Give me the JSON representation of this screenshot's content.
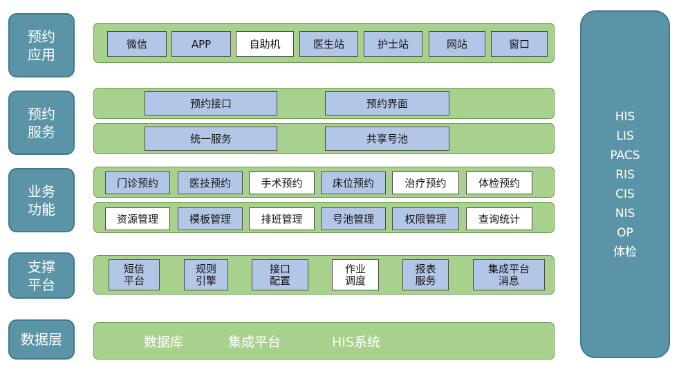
{
  "layers": {
    "app": "预约\n应用",
    "service": "预约\n服务",
    "function": "业务\n功能",
    "support": "支撑\n平台",
    "data": "数据层"
  },
  "app_row": [
    "微信",
    "APP",
    "自助机",
    "医生站",
    "护士站",
    "网站",
    "窗口"
  ],
  "service_row1": [
    "预约接口",
    "预约界面"
  ],
  "service_row2": [
    "统一服务",
    "共享号池"
  ],
  "function_row1": [
    "门诊预约",
    "医技预约",
    "手术预约",
    "床位预约",
    "治疗预约",
    "体检预约"
  ],
  "function_row2": [
    "资源管理",
    "模板管理",
    "排班管理",
    "号池管理",
    "权限管理",
    "查询统计"
  ],
  "support_row": [
    "短信\n平台",
    "规则\n引擎",
    "接口\n配置",
    "作业\n调度",
    "报表\n服务",
    "集成平台\n消息"
  ],
  "data_row": [
    "数据库",
    "集成平台",
    "HIS系统"
  ],
  "systems": [
    "HIS",
    "LIS",
    "PACS",
    "RIS",
    "CIS",
    "NIS",
    "OP",
    "体检"
  ]
}
